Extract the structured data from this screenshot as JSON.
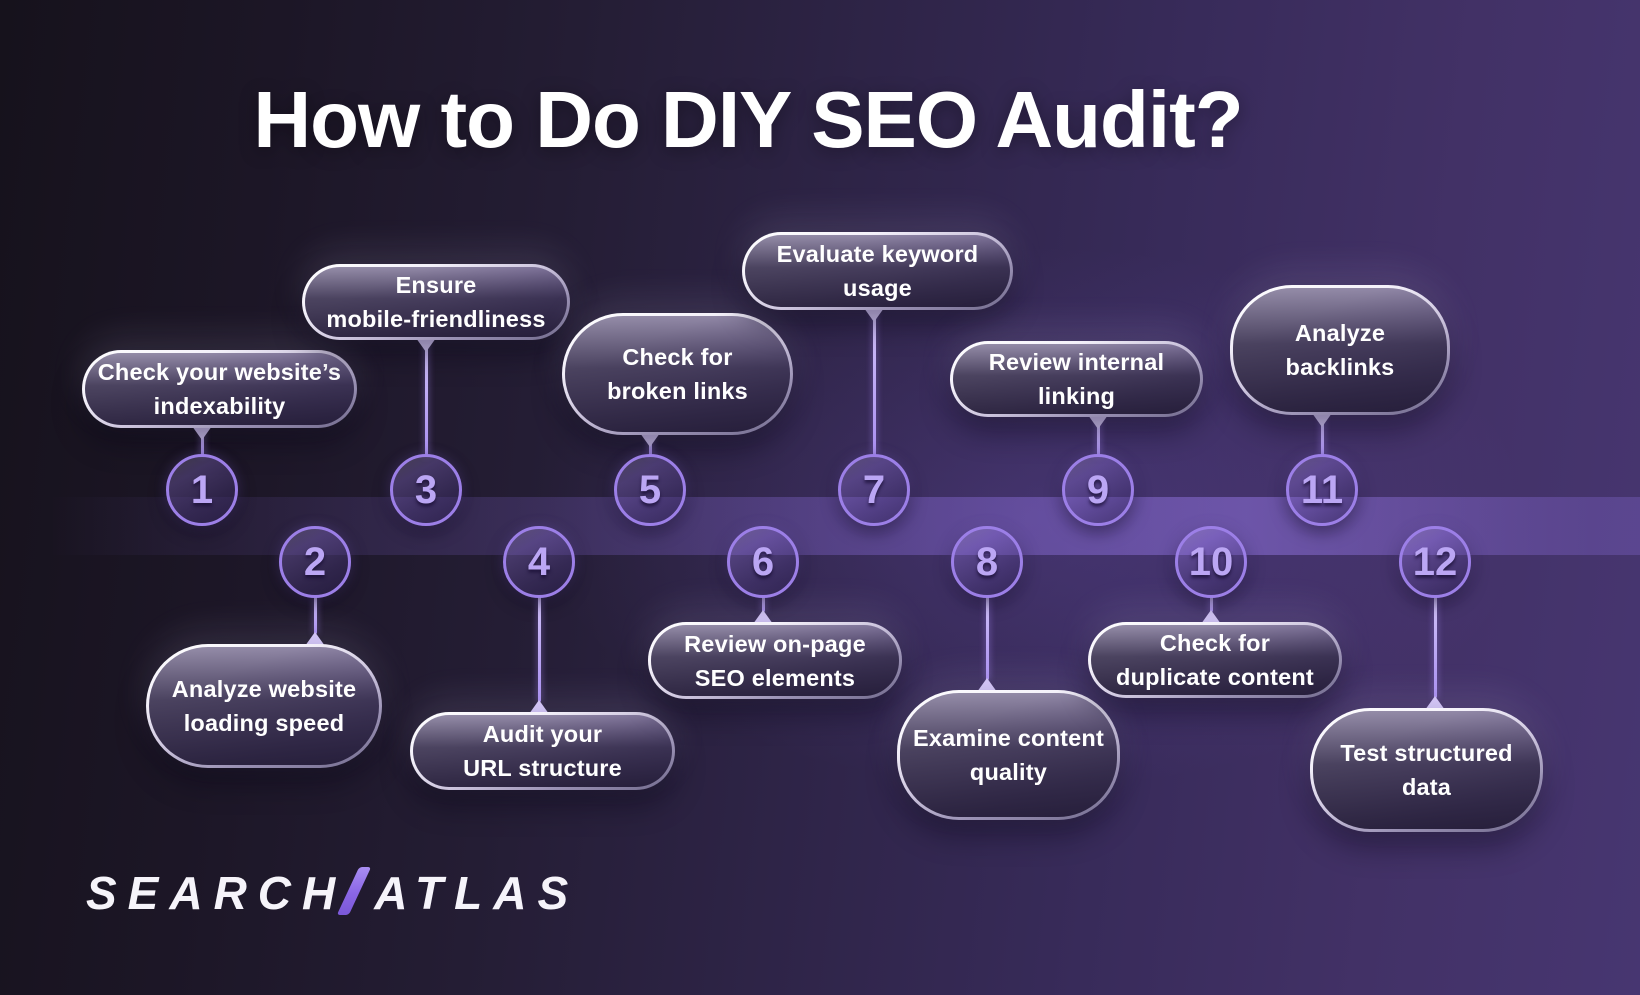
{
  "title": "How to Do DIY SEO Audit?",
  "timeline": {
    "steps": [
      {
        "number": "1",
        "line1": "Check your website’s",
        "line2": "indexability",
        "side": "above"
      },
      {
        "number": "2",
        "line1": "Analyze website",
        "line2": "loading speed",
        "side": "below"
      },
      {
        "number": "3",
        "line1": "Ensure",
        "line2": "mobile-friendliness",
        "side": "above"
      },
      {
        "number": "4",
        "line1": "Audit your",
        "line2": "URL structure",
        "side": "below"
      },
      {
        "number": "5",
        "line1": "Check for",
        "line2": "broken links",
        "side": "above"
      },
      {
        "number": "6",
        "line1": "Review on-page",
        "line2": "SEO elements",
        "side": "below"
      },
      {
        "number": "7",
        "line1": "Evaluate keyword",
        "line2": "usage",
        "side": "above"
      },
      {
        "number": "8",
        "line1": "Examine content",
        "line2": "quality",
        "side": "below"
      },
      {
        "number": "9",
        "line1": "Review internal",
        "line2": "linking",
        "side": "above"
      },
      {
        "number": "10",
        "line1": "Check for",
        "line2": "duplicate content",
        "side": "below"
      },
      {
        "number": "11",
        "line1": "Analyze",
        "line2": "backlinks",
        "side": "above"
      },
      {
        "number": "12",
        "line1": "Test structured",
        "line2": "data",
        "side": "below"
      }
    ]
  },
  "logo": {
    "word_left": "SEARCH",
    "word_right": "ATLAS"
  },
  "colors": {
    "background_dark": "#16121c",
    "background_light": "#473671",
    "accent_purple": "#9c7fe7",
    "number_text": "#bba6f4",
    "pill_text": "#ffffff",
    "connector": "#d6c8fa",
    "logo_slash": "#8a66e6"
  }
}
